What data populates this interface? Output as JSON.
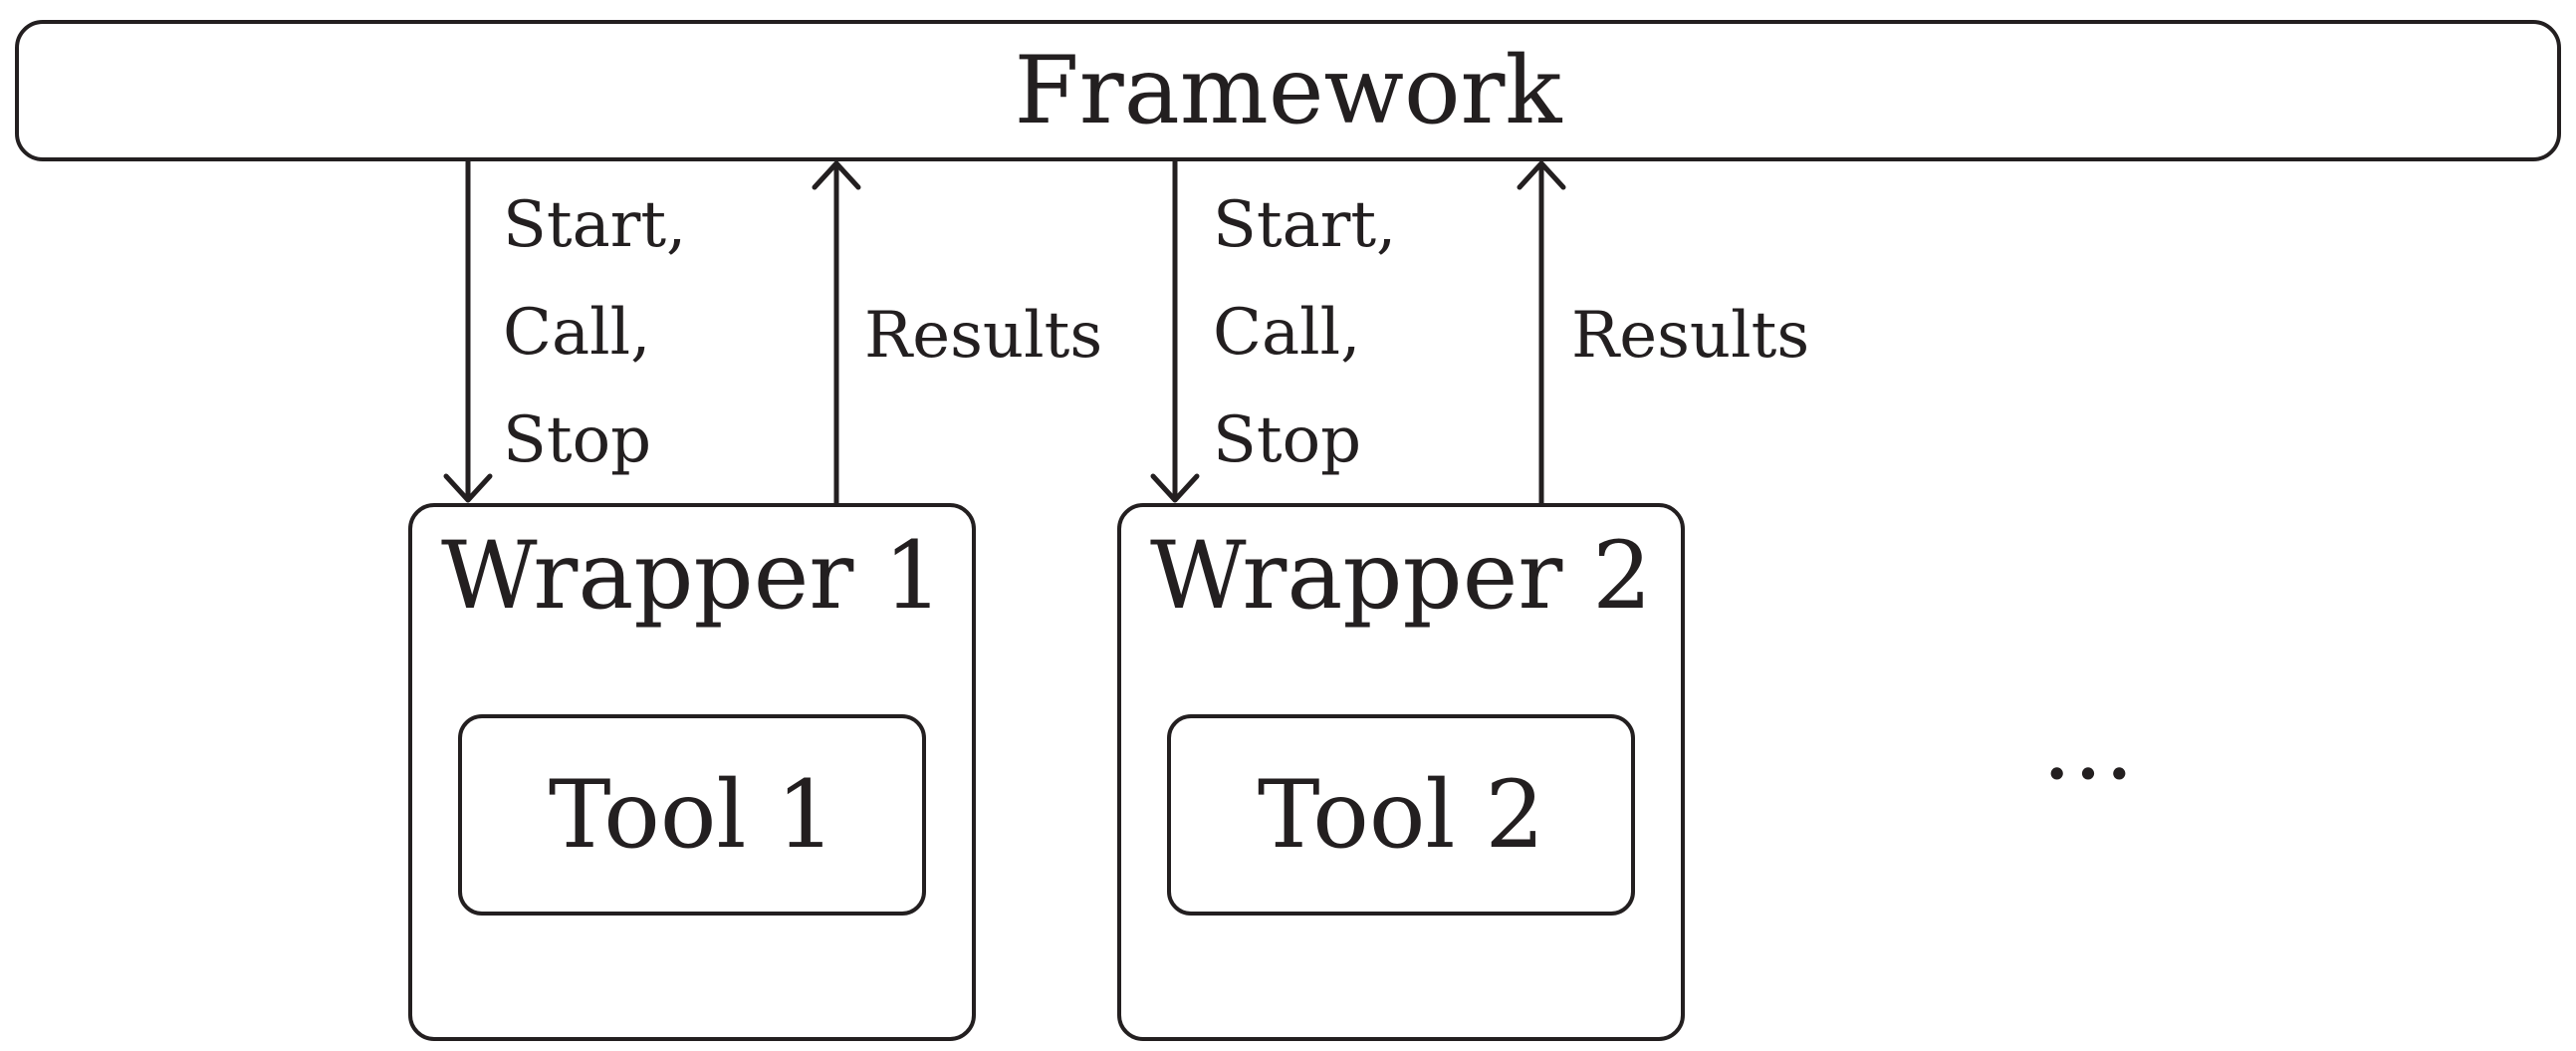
{
  "framework": {
    "label": "Framework"
  },
  "wrappers": [
    {
      "title": "Wrapper 1",
      "tool": "Tool 1",
      "down_labels": [
        "Start,",
        "Call,",
        "Stop"
      ],
      "up_label": "Results"
    },
    {
      "title": "Wrapper 2",
      "tool": "Tool 2",
      "down_labels": [
        "Start,",
        "Call,",
        "Stop"
      ],
      "up_label": "Results"
    }
  ],
  "ellipsis": "…"
}
